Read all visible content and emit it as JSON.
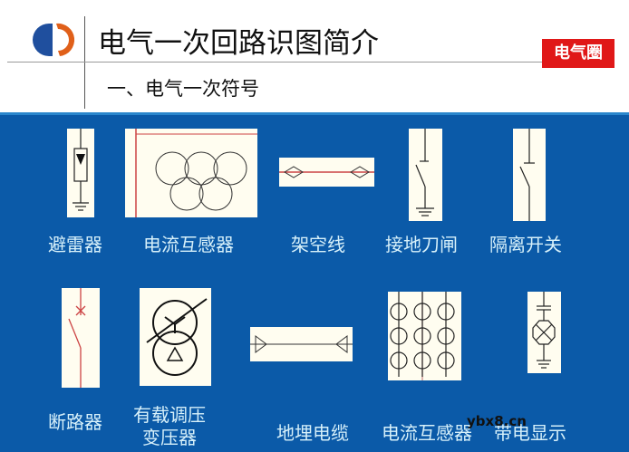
{
  "header": {
    "title": "电气一次回路识图简介",
    "subtitle": "一、电气一次符号",
    "badge": "电气圈"
  },
  "colors": {
    "panel": "#0b5aa8",
    "badge": "#e01818",
    "logo_blue": "#1f4f9e",
    "logo_orange": "#e0601a",
    "label": "#d6f0fa"
  },
  "symbols": [
    {
      "label": "避雷器"
    },
    {
      "label": "电流互感器"
    },
    {
      "label": "架空线"
    },
    {
      "label": "接地刀闸"
    },
    {
      "label": "隔离开关"
    },
    {
      "label": "断路器"
    },
    {
      "label_line1": "有载调压",
      "label_line2": "变压器"
    },
    {
      "label": "地埋电缆"
    },
    {
      "label": "电流互感器"
    },
    {
      "label": "带电显示"
    }
  ],
  "watermark": "ybx8.cn"
}
